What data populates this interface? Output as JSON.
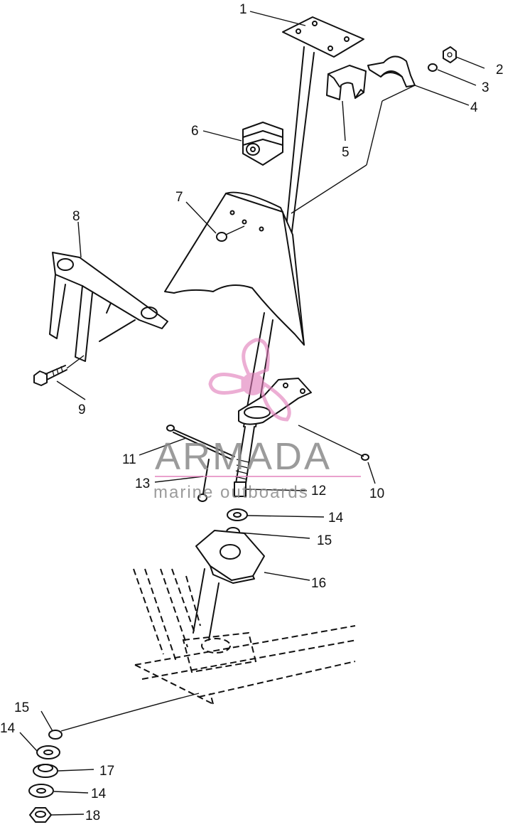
{
  "diagram": {
    "callouts": [
      {
        "id": "c1",
        "label": "1"
      },
      {
        "id": "c2",
        "label": "2"
      },
      {
        "id": "c3",
        "label": "3"
      },
      {
        "id": "c4",
        "label": "4"
      },
      {
        "id": "c5",
        "label": "5"
      },
      {
        "id": "c6",
        "label": "6"
      },
      {
        "id": "c7",
        "label": "7"
      },
      {
        "id": "c8",
        "label": "8"
      },
      {
        "id": "c9",
        "label": "9"
      },
      {
        "id": "c10",
        "label": "10"
      },
      {
        "id": "c11",
        "label": "11"
      },
      {
        "id": "c12",
        "label": "12"
      },
      {
        "id": "c13",
        "label": "13"
      },
      {
        "id": "c14a",
        "label": "14"
      },
      {
        "id": "c15a",
        "label": "15"
      },
      {
        "id": "c16",
        "label": "16"
      },
      {
        "id": "c15b",
        "label": "15"
      },
      {
        "id": "c14b",
        "label": "14"
      },
      {
        "id": "c17",
        "label": "17"
      },
      {
        "id": "c14c",
        "label": "14"
      },
      {
        "id": "c18",
        "label": "18"
      }
    ]
  },
  "watermark": {
    "brand": "ARMADA",
    "tagline": "marine outboards",
    "logo_color": "#e07ab8",
    "text_color": "#8a8a8a"
  }
}
